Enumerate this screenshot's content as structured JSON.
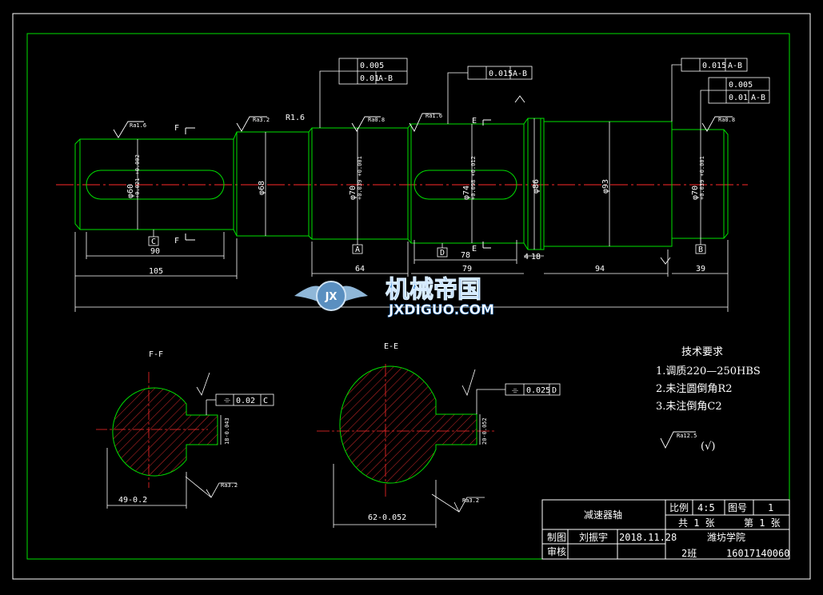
{
  "colors": {
    "background": "#000000",
    "outline": "#00e000",
    "dimension": "#ffffff",
    "centerline": "#ff2a2a",
    "hatch": "#ff3030"
  },
  "dims": {
    "d60": "φ60",
    "d60_tol": "+0.021 +0.002",
    "d68": "φ68",
    "d70a": "φ70",
    "d70a_tol": "+0.039 +0.001",
    "d74": "φ74",
    "d74_tol": "+0.098 +0.012",
    "d86": "φ86",
    "d93": "φ93",
    "d70b": "φ70",
    "d70b_tol": "+0.039 +0.001",
    "r16": "R1.6",
    "l90": "90",
    "l105": "105",
    "l64": "64",
    "l78": "78",
    "l79": "79",
    "l4": "4",
    "l18": "18",
    "l94": "94",
    "l39": "39"
  },
  "datums": {
    "c": "C",
    "a": "A",
    "d": "D",
    "b": "B"
  },
  "sections": {
    "ff_title": "F-F",
    "ee_title": "E-E",
    "f": "F",
    "e": "E",
    "ff_width": "49-0.2",
    "ff_depth": "18-0.043",
    "ee_width": "62-0.052",
    "ee_depth": "20-0.052"
  },
  "roughness": {
    "r16": "Ra1.6",
    "r32": "Ra3.2",
    "r08": "Ra0.8",
    "r125": "Ra12.5"
  },
  "gdt": {
    "circ1": "0.005",
    "runout1": "0.01",
    "ab": "A-B",
    "runout2": "0.015",
    "circ2": "0.005",
    "runout3": "0.01",
    "runout4": "0.015",
    "sym1": "0.02",
    "c_ref": "C",
    "sym2": "0.025",
    "d_ref": "D"
  },
  "watermark": {
    "cn": "机械帝国",
    "en": "JXDIGUO.COM",
    "badge": "JX"
  },
  "requirements": {
    "title": "技术要求",
    "items": [
      "1.调质220—250HBS",
      "2.未注圆倒角R2",
      "3.未注倒角C2"
    ],
    "mark": "(√)"
  },
  "title_block": {
    "part": "减速器轴",
    "scale_label": "比例",
    "scale_value": "4:5",
    "fig_label": "图号",
    "fig_value": "1",
    "total": "共 1 张",
    "sheet": "第 1 张",
    "draw_label": "制图",
    "drawer": "刘振宇",
    "date": "2018.11.28",
    "school": "潍坊学院",
    "check_label": "审核",
    "class_name": "2班",
    "student_id": "16017140060"
  }
}
